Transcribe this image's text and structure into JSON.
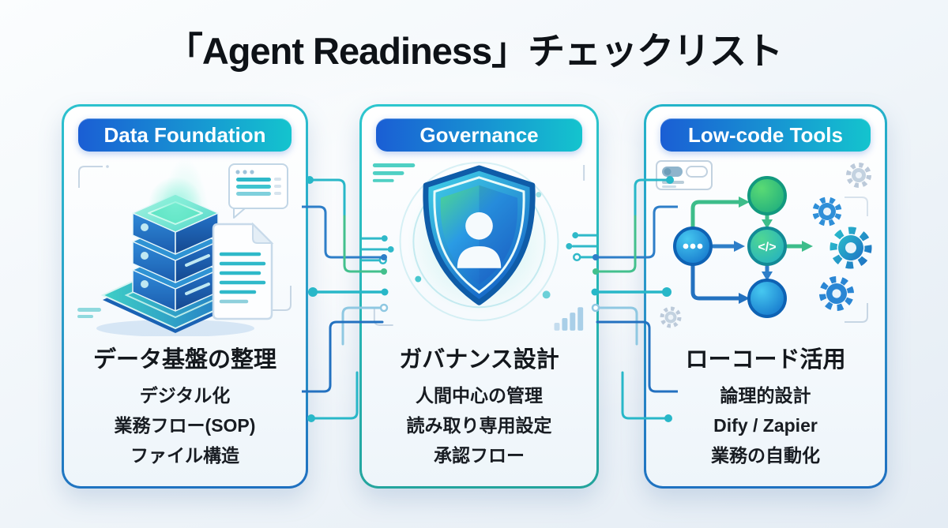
{
  "title": "「Agent Readiness」チェックリスト",
  "cards": [
    {
      "badge": "Data Foundation",
      "heading": "データ基盤の整理",
      "items": [
        "デジタル化",
        "業務フロー(SOP)",
        "ファイル構造"
      ],
      "icon": "database-stack-icon",
      "decor_icons": [
        "document-icon",
        "chat-list-icon",
        "corner-bracket-icon"
      ]
    },
    {
      "badge": "Governance",
      "heading": "ガバナンス設計",
      "items": [
        "人間中心の管理",
        "読み取り専用設定",
        "承認フロー"
      ],
      "icon": "shield-user-icon",
      "decor_icons": [
        "bar-chart-icon",
        "circuit-dots-icon",
        "corner-bracket-icon"
      ]
    },
    {
      "badge": "Low-code Tools",
      "heading": "ローコード活用",
      "items": [
        "論理的設計",
        "Dify / Zapier",
        "業務の自動化"
      ],
      "icon": "workflow-gears-icon",
      "decor_icons": [
        "browser-window-icon",
        "gear-icon",
        "corner-bracket-icon"
      ]
    }
  ],
  "icons": {
    "code_symbol": "</>"
  },
  "colors": {
    "title_text": "#0e1217",
    "body_text": "#14181d",
    "badge_gradient_start": "#1a5ed4",
    "badge_gradient_end": "#14c4ce",
    "card_border_teal": "#2cc2ce",
    "card_border_blue": "#1e6fc0",
    "accent_teal": "#28b7c8",
    "accent_blue": "#2e7ec8",
    "accent_green": "#43c08d",
    "background_top": "#fbfdfe",
    "background_bottom": "#e4ecf4"
  }
}
